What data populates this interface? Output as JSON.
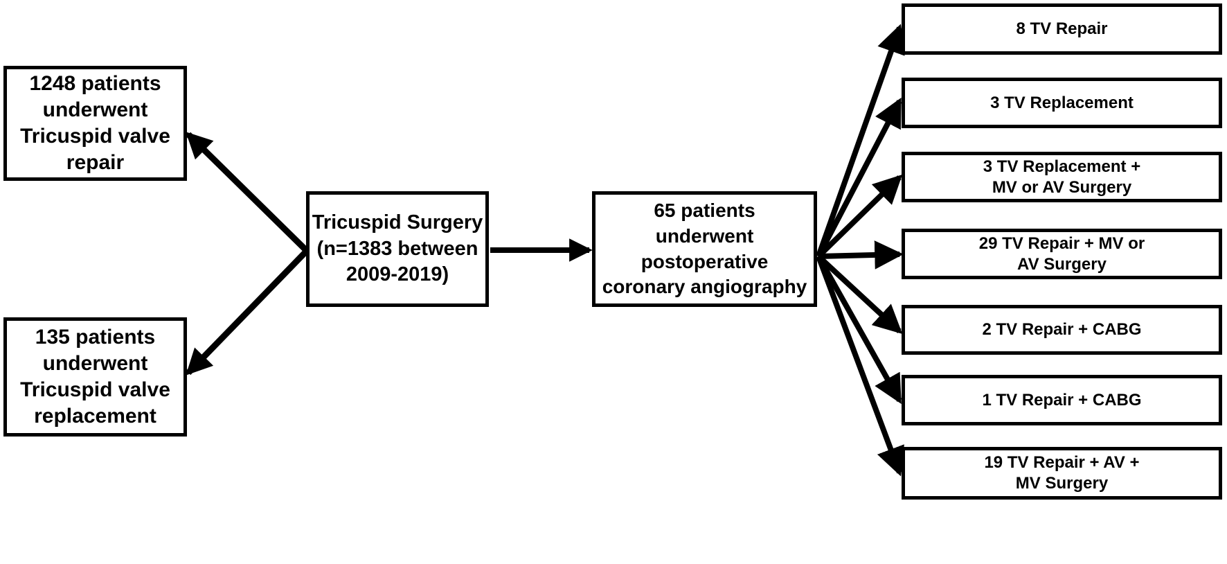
{
  "diagram": {
    "type": "flowchart",
    "title": "Tricuspid Surgery patient flow diagram",
    "colors": {
      "stroke": "#000000",
      "fill": "#FFFFFF",
      "text": "#000000"
    },
    "nodes": {
      "tricuspid_repair": {
        "id": "node-repair",
        "label": "1248 patients\nunderwent\nTricuspid valve\nrepair",
        "count": 1248
      },
      "tricuspid_replacement": {
        "id": "node-replace",
        "label": "135 patients\nunderwent\nTricuspid valve\nreplacement",
        "count": 135
      },
      "tricuspid_surgery": {
        "id": "node-surgery",
        "label": "Tricuspid Surgery\n(n=1383 between\n2009-2019)",
        "count": 1383,
        "period_start": 2009,
        "period_end": 2019
      },
      "coronary_angiography": {
        "id": "node-angio",
        "label": "65 patients\nunderwent\npostoperative\ncoronary angiography",
        "count": 65
      }
    },
    "outcomes": [
      {
        "id": "out-0",
        "label": "8 TV Repair",
        "count": 8
      },
      {
        "id": "out-1",
        "label": "3 TV Replacement",
        "count": 3
      },
      {
        "id": "out-2",
        "label": "3 TV Replacement +\nMV or AV Surgery",
        "count": 3
      },
      {
        "id": "out-3",
        "label": "29 TV Repair + MV or\nAV Surgery",
        "count": 29
      },
      {
        "id": "out-4",
        "label": "2 TV Repair + CABG",
        "count": 2
      },
      {
        "id": "out-5",
        "label": "1 TV Repair + CABG",
        "count": 1
      },
      {
        "id": "out-6",
        "label": "19 TV Repair + AV +\nMV Surgery",
        "count": 19
      }
    ],
    "edges": [
      {
        "name": "surgery-to-repair",
        "from": "tricuspid_surgery",
        "to": "tricuspid_repair"
      },
      {
        "name": "surgery-to-replacement",
        "from": "tricuspid_surgery",
        "to": "tricuspid_replacement"
      },
      {
        "name": "surgery-to-angiography",
        "from": "tricuspid_surgery",
        "to": "coronary_angiography"
      },
      {
        "name": "angiography-to-out-0",
        "from": "coronary_angiography",
        "to": "out-0"
      },
      {
        "name": "angiography-to-out-1",
        "from": "coronary_angiography",
        "to": "out-1"
      },
      {
        "name": "angiography-to-out-2",
        "from": "coronary_angiography",
        "to": "out-2"
      },
      {
        "name": "angiography-to-out-3",
        "from": "coronary_angiography",
        "to": "out-3"
      },
      {
        "name": "angiography-to-out-4",
        "from": "coronary_angiography",
        "to": "out-4"
      },
      {
        "name": "angiography-to-out-5",
        "from": "coronary_angiography",
        "to": "out-5"
      },
      {
        "name": "angiography-to-out-6",
        "from": "coronary_angiography",
        "to": "out-6"
      }
    ]
  }
}
